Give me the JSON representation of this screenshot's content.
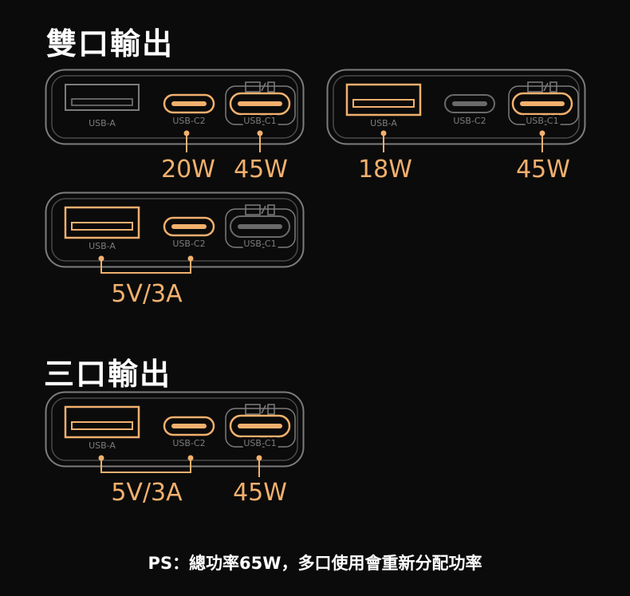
{
  "headings": {
    "dual": "雙口輸出",
    "triple": "三口輸出"
  },
  "ports": {
    "usb_a": "USB-A",
    "usb_c2": "USB-C2",
    "usb_c1": "USB-C1"
  },
  "outputs": {
    "dual_c2_c1": {
      "c2": "20W",
      "c1": "45W"
    },
    "dual_a_c1": {
      "a": "18W",
      "c1": "45W"
    },
    "dual_a_c2": {
      "combined": "5V/3A"
    },
    "triple": {
      "combined": "5V/3A",
      "c1": "45W"
    }
  },
  "note": "PS：總功率65W，多口使用會重新分配功率",
  "colors": {
    "active": "#f2b06e",
    "inactive": "#6a6a6a",
    "outline": "#7c7c7c",
    "text": "#ffffff",
    "background": "#0b0b0b"
  }
}
